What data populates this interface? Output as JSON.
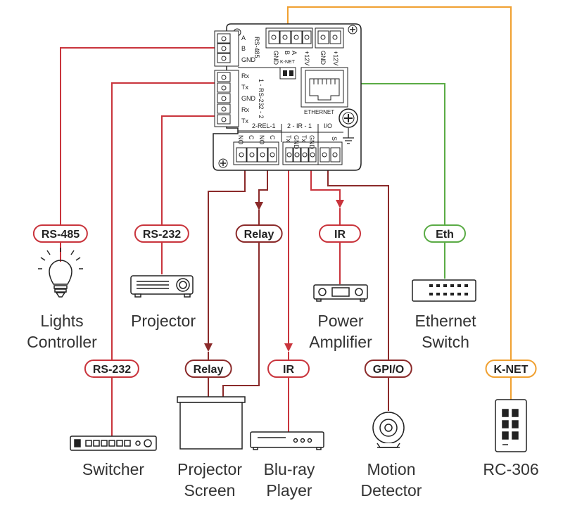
{
  "device": {
    "rs485_labels": [
      "A",
      "B",
      "GND"
    ],
    "rs485_name": "RS-485",
    "rs232_labels": [
      "Rx",
      "Tx",
      "GND",
      "Rx",
      "Tx"
    ],
    "rs232_name": "1 - RS-232 - 2",
    "top_labels": [
      "GND",
      "B",
      "A",
      "+12V",
      "GND",
      "+12V"
    ],
    "knet": "K-NET",
    "ethernet": "ETHERNET",
    "bottom_groups": [
      "2-REL-1",
      "2 - IR - 1",
      "I/O"
    ],
    "bottom_labels": [
      "NO",
      "C",
      "NO",
      "C",
      "Tx",
      "GND",
      "Tx",
      "GND",
      "S"
    ]
  },
  "pills": {
    "rs485": "RS-485",
    "rs232_projector": "RS-232",
    "relay_top": "Relay",
    "ir_amp": "IR",
    "eth": "Eth",
    "rs232_switcher": "RS-232",
    "relay_screen": "Relay",
    "ir_bluray": "IR",
    "gpio": "GPI/O",
    "knet": "K-NET"
  },
  "captions": {
    "lights": [
      "Lights",
      "Controller"
    ],
    "projector": [
      "Projector"
    ],
    "amplifier": [
      "Power",
      "Amplifier"
    ],
    "ethernet_switch": [
      "Ethernet",
      "Switch"
    ],
    "switcher": [
      "Switcher"
    ],
    "projector_screen": [
      "Projector",
      "Screen"
    ],
    "bluray": [
      "Blu-ray",
      "Player"
    ],
    "motion": [
      "Motion",
      "Detector"
    ],
    "rc306": [
      "RC-306"
    ]
  },
  "colors": {
    "red": "#c9343c",
    "dark_red": "#8b2a2a",
    "green": "#5aab45",
    "orange": "#f0a030"
  }
}
